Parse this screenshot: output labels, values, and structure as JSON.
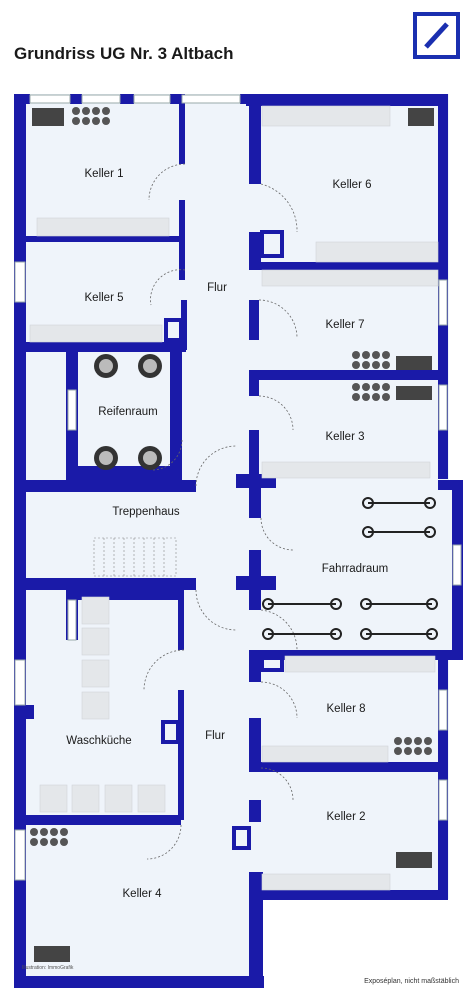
{
  "title": "Grundriss UG Nr. 3 Altbach",
  "rooms": {
    "keller1": "Keller 1",
    "keller5": "Keller 5",
    "keller6": "Keller 6",
    "keller7": "Keller 7",
    "keller3": "Keller 3",
    "keller8": "Keller 8",
    "keller2": "Keller 2",
    "keller4": "Keller 4",
    "flur_top": "Flur",
    "flur_bottom": "Flur",
    "reifenraum": "Reifenraum",
    "treppenhaus": "Treppenhaus",
    "fahrradraum": "Fahrradraum",
    "waschkueche": "Waschküche"
  },
  "credit": "Illustration: ImmoGrafik",
  "footnote": "Exposéplan, nicht maßstäblich",
  "colors": {
    "wall": "#1a1aa8",
    "floor": "#eff4fa",
    "brand": "#1a2fb0",
    "furniture": "#e4e7ea"
  },
  "icons": {
    "logo": "deutsche-bank-logo"
  }
}
